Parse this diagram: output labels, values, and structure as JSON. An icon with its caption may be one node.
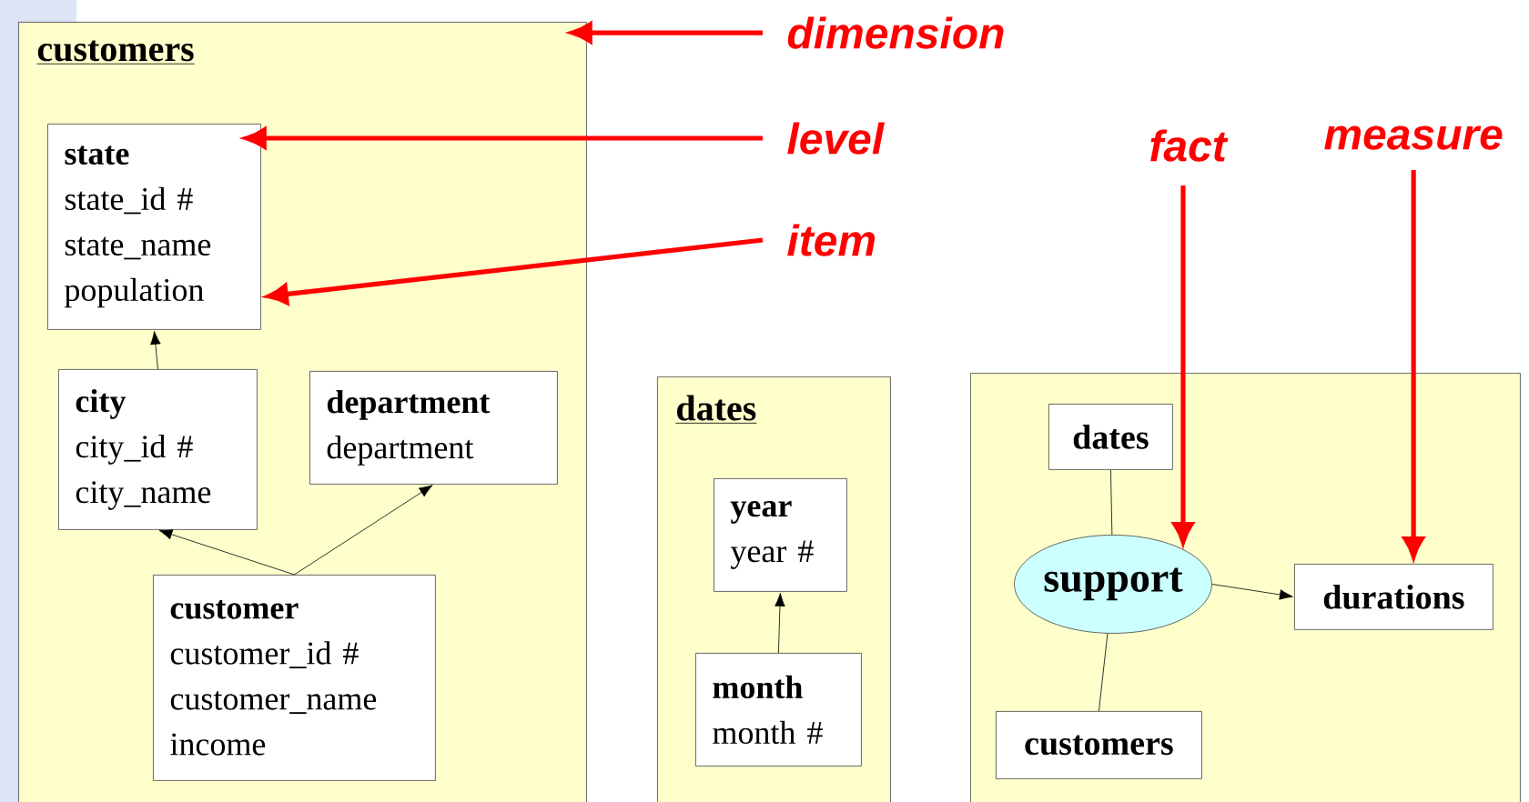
{
  "diagram": {
    "nodes": [
      {
        "text": [
          "customers"
        ]
      },
      {
        "text": [
          "state",
          "state_id #",
          "state_name",
          "population"
        ],
        "in": 0
      },
      {
        "text": [
          "city",
          "city_id #",
          "city_name"
        ],
        "in": 0
      },
      {
        "text": [
          "department",
          "department"
        ],
        "in": 0
      },
      {
        "text": [
          "customer",
          "customer_id #",
          "customer_name",
          "income"
        ],
        "in": 0
      },
      {
        "text": [
          "dates"
        ]
      },
      {
        "text": [
          "year",
          "year #"
        ],
        "in": 5
      },
      {
        "text": [
          "month",
          "month #"
        ],
        "in": 5
      },
      {
        "text": [],
        "shape": "box"
      },
      {
        "text": [
          "dates"
        ],
        "in": 8
      },
      {
        "text": [
          "support"
        ],
        "in": 8
      },
      {
        "text": [
          "durations"
        ],
        "in": 8
      },
      {
        "text": [
          "customers"
        ],
        "in": 8
      },
      {
        "text": [
          "dimension"
        ]
      },
      {
        "text": [
          "level"
        ]
      },
      {
        "text": [
          "item"
        ]
      },
      {
        "text": [
          "fact"
        ]
      },
      {
        "text": [
          "measure"
        ]
      }
    ],
    "edges": [
      {
        "from": 2,
        "to": 1,
        "arrow": "to"
      },
      {
        "from": 4,
        "to": 2,
        "arrow": "to"
      },
      {
        "from": 4,
        "to": 3,
        "arrow": "to"
      },
      {
        "from": 7,
        "to": 6,
        "arrow": "to"
      },
      {
        "from": 9,
        "to": 10,
        "arrow": "none"
      },
      {
        "from": 12,
        "to": 10,
        "arrow": "none"
      },
      {
        "from": 10,
        "to": 11,
        "arrow": "to"
      },
      {
        "from": 13,
        "to": 0,
        "arrow": "to",
        "style": "thick",
        "color": "#ff0000"
      },
      {
        "from": 14,
        "to": 1,
        "arrow": "to",
        "style": "thick",
        "color": "#ff0000"
      },
      {
        "from": 15,
        "to": 1,
        "arrow": "to",
        "style": "thick",
        "color": "#ff0000"
      },
      {
        "from": 16,
        "to": 10,
        "arrow": "to",
        "style": "thick",
        "color": "#ff0000"
      },
      {
        "from": 17,
        "to": 11,
        "arrow": "to",
        "style": "thick",
        "color": "#ff0000"
      }
    ]
  }
}
